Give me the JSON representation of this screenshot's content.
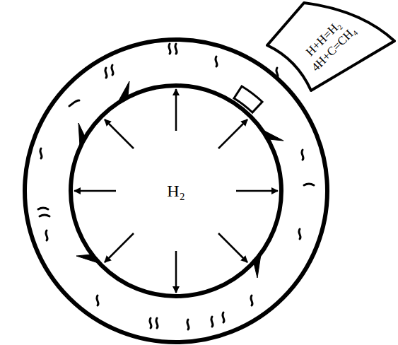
{
  "diagram": {
    "nodes": [
      {
        "text": [
          "H₂"
        ]
      },
      {
        "text": [
          "H+H=H₂",
          "4H+C=CH₄"
        ]
      }
    ]
  }
}
